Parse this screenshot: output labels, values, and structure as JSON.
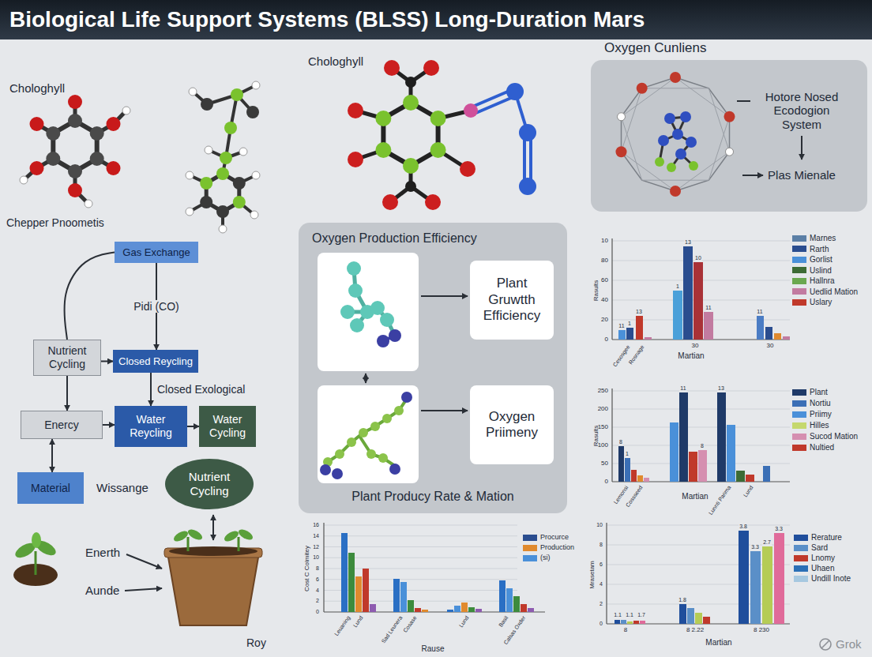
{
  "diagram": {
    "title": "Biological Life Support Systems (BLSS) Long-Duration Mars",
    "nodes": [
      {
        "text": [
          "Oxygen Cunliens"
        ]
      },
      {
        "text": [
          "Gas Exchange"
        ]
      },
      {
        "text": [
          "Oxygen Production Efficiency",
          "Plant Producy Rate & Mation"
        ]
      },
      {
        "text": [
          "Plant Gruwtth Efficiency"
        ],
        "in": 2
      },
      {
        "text": [
          "Oxygen Priimeny"
        ],
        "in": 2
      },
      {
        "text": [
          "Nutrient Cycling"
        ]
      },
      {
        "text": [
          "Closed Reycling"
        ]
      },
      {
        "text": [
          "Enercy"
        ]
      },
      {
        "text": [
          "Water Reycling"
        ]
      },
      {
        "text": [
          "Water Cycling"
        ]
      },
      {
        "text": [
          "Material"
        ]
      },
      {
        "text": [
          "Nutrient Cycling"
        ]
      }
    ],
    "edges": [
      {
        "from": 1,
        "to": 6,
        "arrow": "to",
        "label": "Pidi (CO)"
      },
      {
        "from": 1,
        "to": 5,
        "arrow": "none"
      },
      {
        "from": 5,
        "to": 6,
        "arrow": "to"
      },
      {
        "from": 5,
        "to": 7,
        "arrow": "to"
      },
      {
        "from": 6,
        "to": 8,
        "arrow": "to",
        "label": "Closed Exological"
      },
      {
        "from": 7,
        "to": 8,
        "arrow": "to"
      },
      {
        "from": 8,
        "to": 9,
        "arrow": "to"
      },
      {
        "from": 7,
        "to": 10,
        "arrow": "both"
      }
    ],
    "labels": [
      "Chologhyll",
      "Chologhyll",
      "Hotore Nosed Ecodogion System",
      "Plas Mienale",
      "Chepper Pnoometis",
      "Wissange",
      "Enerth",
      "Aunde",
      "Roy",
      "10",
      "80",
      "60",
      "40",
      "20",
      "0",
      "Rasults",
      "Cesosgee",
      "Rosnage",
      "30",
      "30",
      "Martian",
      "11",
      "1",
      "13",
      "1",
      "13",
      "10",
      "11",
      "11",
      "250",
      "200",
      "150",
      "100",
      "50",
      "0",
      "Rasults",
      "Lemonsi",
      "Cossseed",
      "Lunnti Parima",
      "Lund",
      "Martian",
      "8",
      "1",
      "11",
      "8",
      "13",
      "16",
      "14",
      "12",
      "10",
      "8",
      "6",
      "4",
      "2",
      "0",
      "Cost C Colmitey",
      "Leuaning",
      "Lund",
      "Sad Leunera",
      "Cosase",
      "Lund",
      "Basil",
      "Calsas Oxder",
      "Rause",
      "10",
      "8",
      "6",
      "4",
      "2",
      "0",
      "Mrasetam",
      "8",
      "8 2.22",
      "8 230",
      "Martian",
      "1.1",
      "1.1",
      "1.7",
      "1.8",
      "3.8",
      "3.3",
      "2.7",
      "3.3",
      "Grok"
    ],
    "legend": [
      {
        "text": "Marnes",
        "color": "#5b7fa6"
      },
      {
        "text": "Rarth",
        "color": "#2a4d8f"
      },
      {
        "text": "Gorlist",
        "color": "#4a90d9"
      },
      {
        "text": "Uslind",
        "color": "#3d6b35"
      },
      {
        "text": "Hallnra",
        "color": "#6aa84f"
      },
      {
        "text": "Uedlid Mation",
        "color": "#c27ba0"
      },
      {
        "text": "Uslary",
        "color": "#c0392b"
      },
      {
        "text": "Plant",
        "color": "#1f3a68"
      },
      {
        "text": "Nortiu",
        "color": "#3b6fb6"
      },
      {
        "text": "Priimy",
        "color": "#4a90d9"
      },
      {
        "text": "Hilles",
        "color": "#c5d86d"
      },
      {
        "text": "Sucod Mation",
        "color": "#d58fb0"
      },
      {
        "text": "Nultied",
        "color": "#c0392b"
      },
      {
        "text": "Procurce",
        "color": "#2a4d8f"
      },
      {
        "text": "Production",
        "color": "#e08a2e"
      },
      {
        "text": "(si)",
        "color": "#4a90d9"
      },
      {
        "text": "Rerature",
        "color": "#1f4e9c"
      },
      {
        "text": "Sard",
        "color": "#5a8fc8"
      },
      {
        "text": "Lnomy",
        "color": "#c0392b"
      },
      {
        "text": "Uhaen",
        "color": "#2a6fb6"
      },
      {
        "text": "Undill Inote",
        "color": "#a6c8e0"
      }
    ]
  }
}
